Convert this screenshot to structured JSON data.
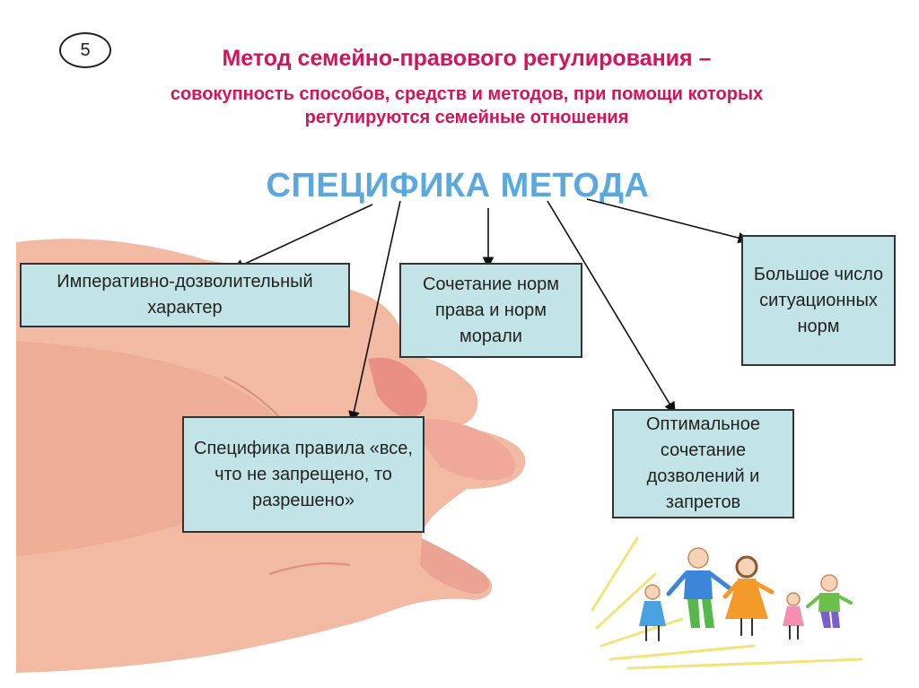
{
  "slide_number": "5",
  "title": "Метод семейно-правового регулирования –",
  "subtitle_line1": "совокупность способов, средств и методов, при помощи которых",
  "subtitle_line2": "регулируются семейные отношения",
  "heading": "СПЕЦИФИКА МЕТОДА",
  "boxes": {
    "imperative": "Императивно-дозволительный характер",
    "norms": "Сочетание норм права и норм морали",
    "situational": "Большое число ситуационных норм",
    "rule": "Специфика правила «все, что не запрещено, то разрешено»",
    "optimal": "Оптимальное сочетание дозволений и запретов"
  },
  "colors": {
    "title": "#d4145a",
    "heading": "#5aa8de",
    "box_fill": "#c3e4e6",
    "box_border": "#333333"
  },
  "decorations": [
    "hand-photo",
    "family-drawing"
  ]
}
